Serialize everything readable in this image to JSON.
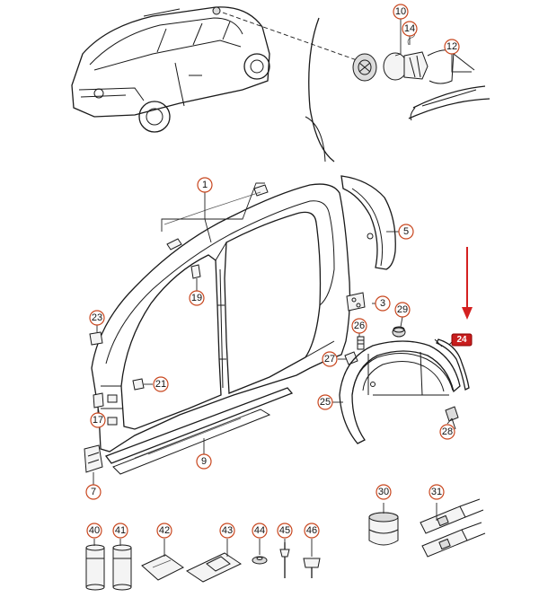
{
  "callouts": {
    "c1": "1",
    "c3": "3",
    "c5": "5",
    "c7": "7",
    "c9": "9",
    "c10": "10",
    "c12": "12",
    "c14": "14",
    "c17": "17",
    "c19": "19",
    "c21": "21",
    "c23": "23",
    "c25": "25",
    "c26": "26",
    "c27": "27",
    "c28": "28",
    "c29": "29",
    "c30": "30",
    "c31": "31",
    "c40": "40",
    "c41": "41",
    "c42": "42",
    "c43": "43",
    "c44": "44",
    "c45": "45",
    "c46": "46"
  },
  "highlight": {
    "label": "24",
    "color": "#c81e1e",
    "arrow_color": "#d42020"
  },
  "colors": {
    "callout_ring": "#c8461e",
    "line": "#1a1a1a"
  }
}
